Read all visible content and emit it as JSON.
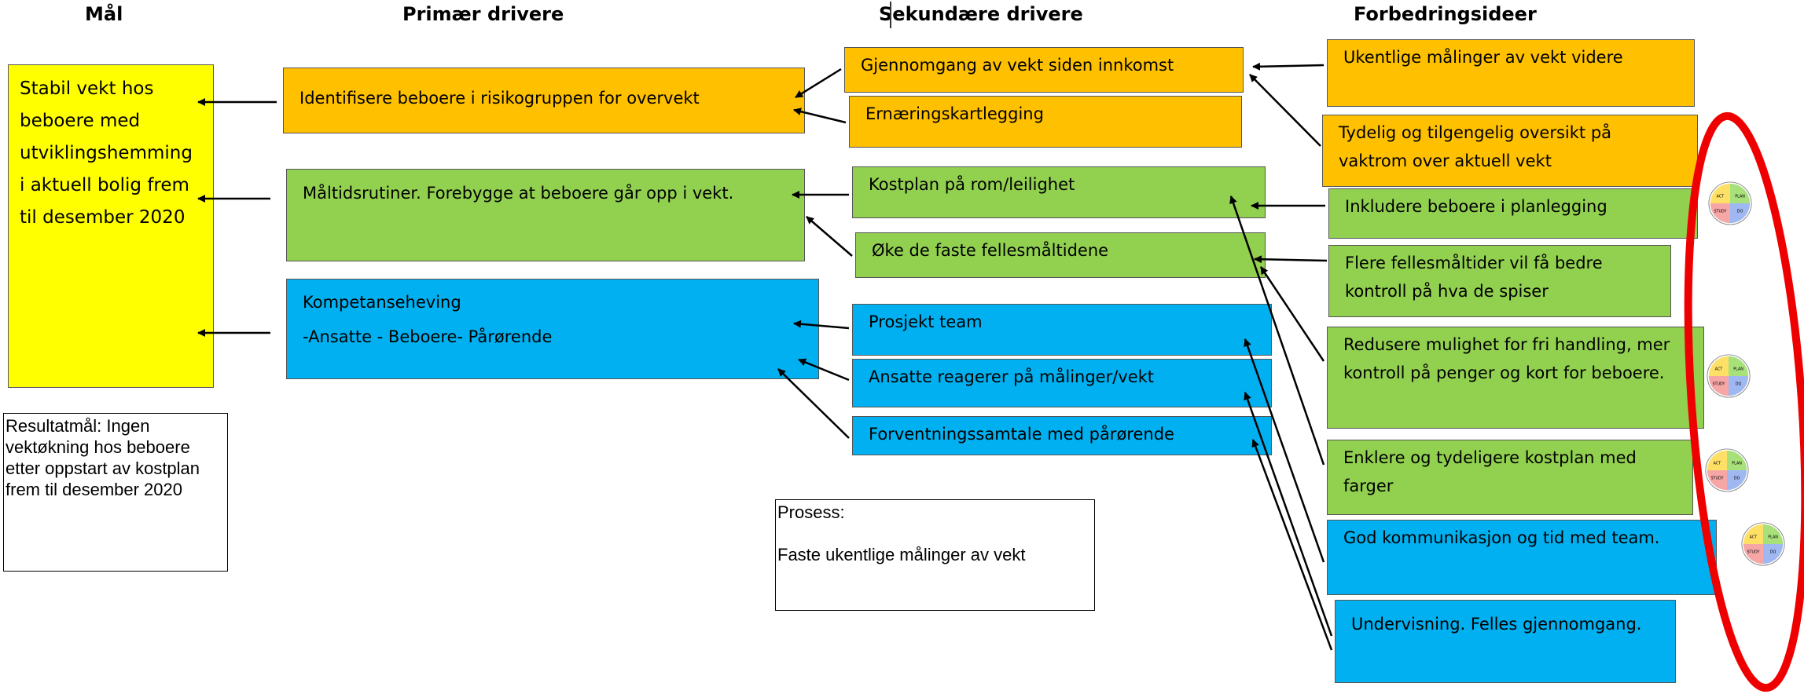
{
  "headers": {
    "goal": "Mål",
    "primary": "Primær drivere",
    "secondary": "Sekundære drivere",
    "ideas": "Forbedringsideer"
  },
  "goal": "Stabil vekt hos beboere med utviklingshemming i aktuell bolig frem til desember 2020",
  "result": "Resultatmål: Ingen vektøkning hos beboere etter oppstart av kostplan frem til desember 2020",
  "process": "Prosess:\n\nFaste ukentlige målinger av vekt",
  "primary": {
    "p1": "Identifisere beboere i risikogruppen for overvekt",
    "p2": "Måltidsrutiner. Forebygge at beboere går opp i vekt.",
    "p3": "Kompetanseheving\n\n-Ansatte - Beboere- Pårørende"
  },
  "secondary": {
    "s1": "Gjennomgang av vekt siden innkomst",
    "s2": "Ernæringskartlegging",
    "s3": "Kostplan på rom/leilighet",
    "s4": "Øke de faste fellesmåltidene",
    "s5": "Prosjekt team",
    "s6": "Ansatte reagerer på målinger/vekt",
    "s7": "Forventningssamtale med pårørende"
  },
  "ideas": {
    "i1": "Ukentlige målinger av vekt videre",
    "i2": "Tydelig og tilgengelig oversikt på vaktrom over aktuell vekt",
    "i3": "Inkludere beboere i planlegging",
    "i4": "Flere fellesmåltider vil få bedre kontroll på hva de spiser",
    "i5": "Redusere mulighet for fri handling, mer kontroll på penger og kort for beboere.",
    "i6": "Enklere og tydeligere kostplan med farger",
    "i7": "God kommunikasjon og tid med team.",
    "i8": "Undervisning. Felles gjennomgang."
  },
  "pdsa_labels": {
    "act": "ACT",
    "plan": "PLAN",
    "study": "STUDY",
    "do": "DO"
  },
  "colors": {
    "goal": "#ffff00",
    "orange": "#ffc000",
    "green": "#92d050",
    "blue": "#00b0f0",
    "highlight_ellipse": "#ff0000"
  }
}
